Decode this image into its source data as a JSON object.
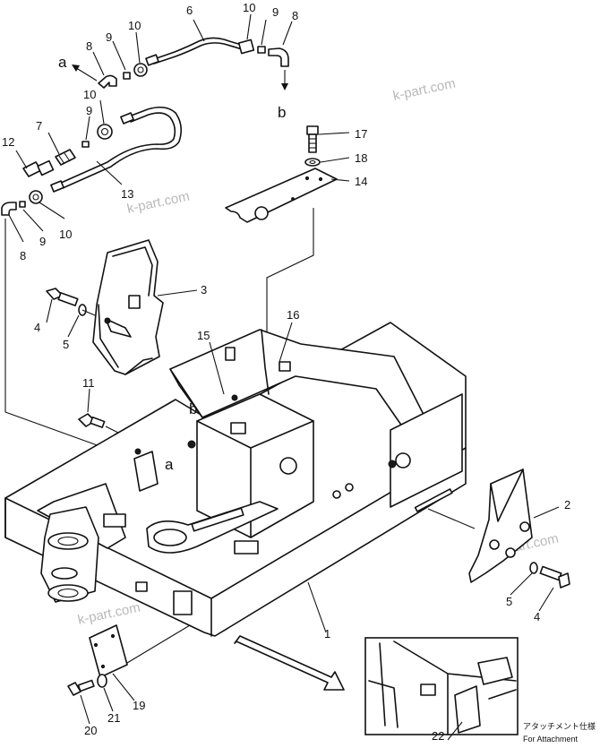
{
  "watermark": "k-part.com",
  "flow_labels": {
    "a": "a",
    "b": "b"
  },
  "callouts": [
    "1",
    "2",
    "3",
    "4",
    "5",
    "6",
    "7",
    "8",
    "9",
    "10",
    "11",
    "12",
    "13",
    "14",
    "15",
    "16",
    "17",
    "18",
    "19",
    "20",
    "21",
    "22"
  ],
  "inset_caption": {
    "jp": "アタッチメント仕様",
    "en": "For Attachment"
  }
}
